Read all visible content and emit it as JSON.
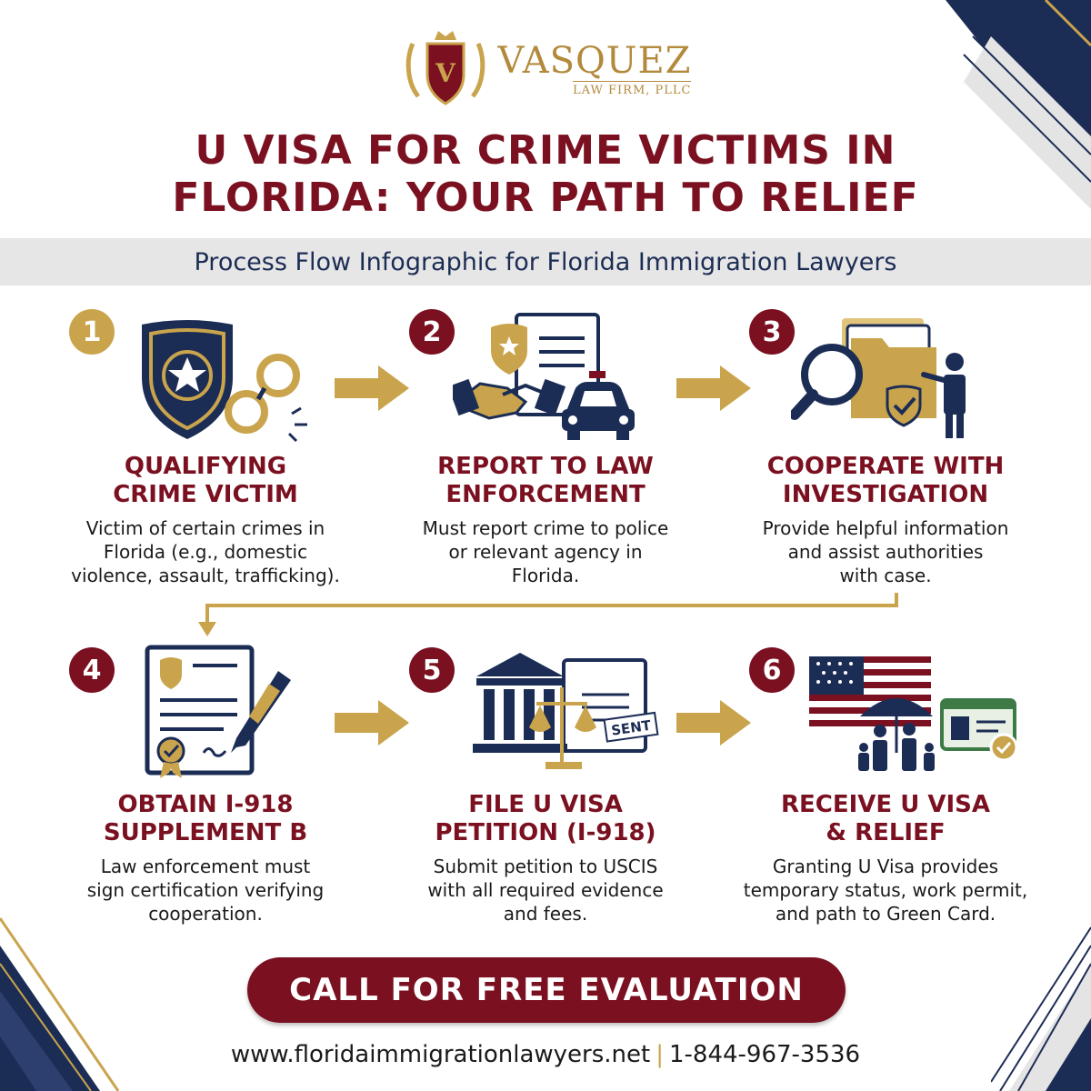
{
  "brand": {
    "name": "VASQUEZ",
    "subtitle": "LAW FIRM, PLLC",
    "gold": "#c9a44c",
    "maroon": "#7a1020",
    "navy": "#1c2d55"
  },
  "title_line1": "U VISA FOR CRIME VICTIMS IN",
  "title_line2": "FLORIDA: YOUR PATH TO RELIEF",
  "subtitle": "Process Flow Infographic for Florida Immigration Lawyers",
  "steps": [
    {
      "number": "1",
      "title_line1": "QUALIFYING",
      "title_line2": "CRIME VICTIM",
      "desc_line1": "Victim of certain crimes in",
      "desc_line2": "Florida (e.g., domestic",
      "desc_line3": "violence, assault, trafficking).",
      "icon": "police-badge-handcuffs-icon"
    },
    {
      "number": "2",
      "title_line1": "REPORT TO LAW",
      "title_line2": "ENFORCEMENT",
      "desc_line1": "Must report crime to police",
      "desc_line2": "or relevant agency in",
      "desc_line3": "Florida.",
      "icon": "handshake-police-car-icon"
    },
    {
      "number": "3",
      "title_line1": "COOPERATE WITH",
      "title_line2": "INVESTIGATION",
      "desc_line1": "Provide helpful information",
      "desc_line2": "and assist authorities",
      "desc_line3": "with case.",
      "icon": "magnifier-folder-officer-icon"
    },
    {
      "number": "4",
      "title_line1": "OBTAIN I-918",
      "title_line2": "SUPPLEMENT B",
      "desc_line1": "Law enforcement must",
      "desc_line2": "sign certification verifying",
      "desc_line3": "cooperation.",
      "icon": "certificate-pen-icon"
    },
    {
      "number": "5",
      "title_line1": "FILE U VISA",
      "title_line2": "PETITION (I-918)",
      "desc_line1": "Submit petition to USCIS",
      "desc_line2": "with all required evidence",
      "desc_line3": "and fees.",
      "icon": "courthouse-scales-document-icon",
      "stamp": "SENT"
    },
    {
      "number": "6",
      "title_line1": "RECEIVE U VISA",
      "title_line2": "& RELIEF",
      "desc_line1": "Granting U Visa provides",
      "desc_line2": "temporary status, work permit,",
      "desc_line3": "and path to Green Card.",
      "icon": "flag-family-umbrella-card-icon"
    }
  ],
  "cta_label": "CALL FOR FREE EVALUATION",
  "footer": {
    "website": "www.floridaimmigrationlawyers.net",
    "separator": "|",
    "phone": "1-844-967-3536"
  }
}
